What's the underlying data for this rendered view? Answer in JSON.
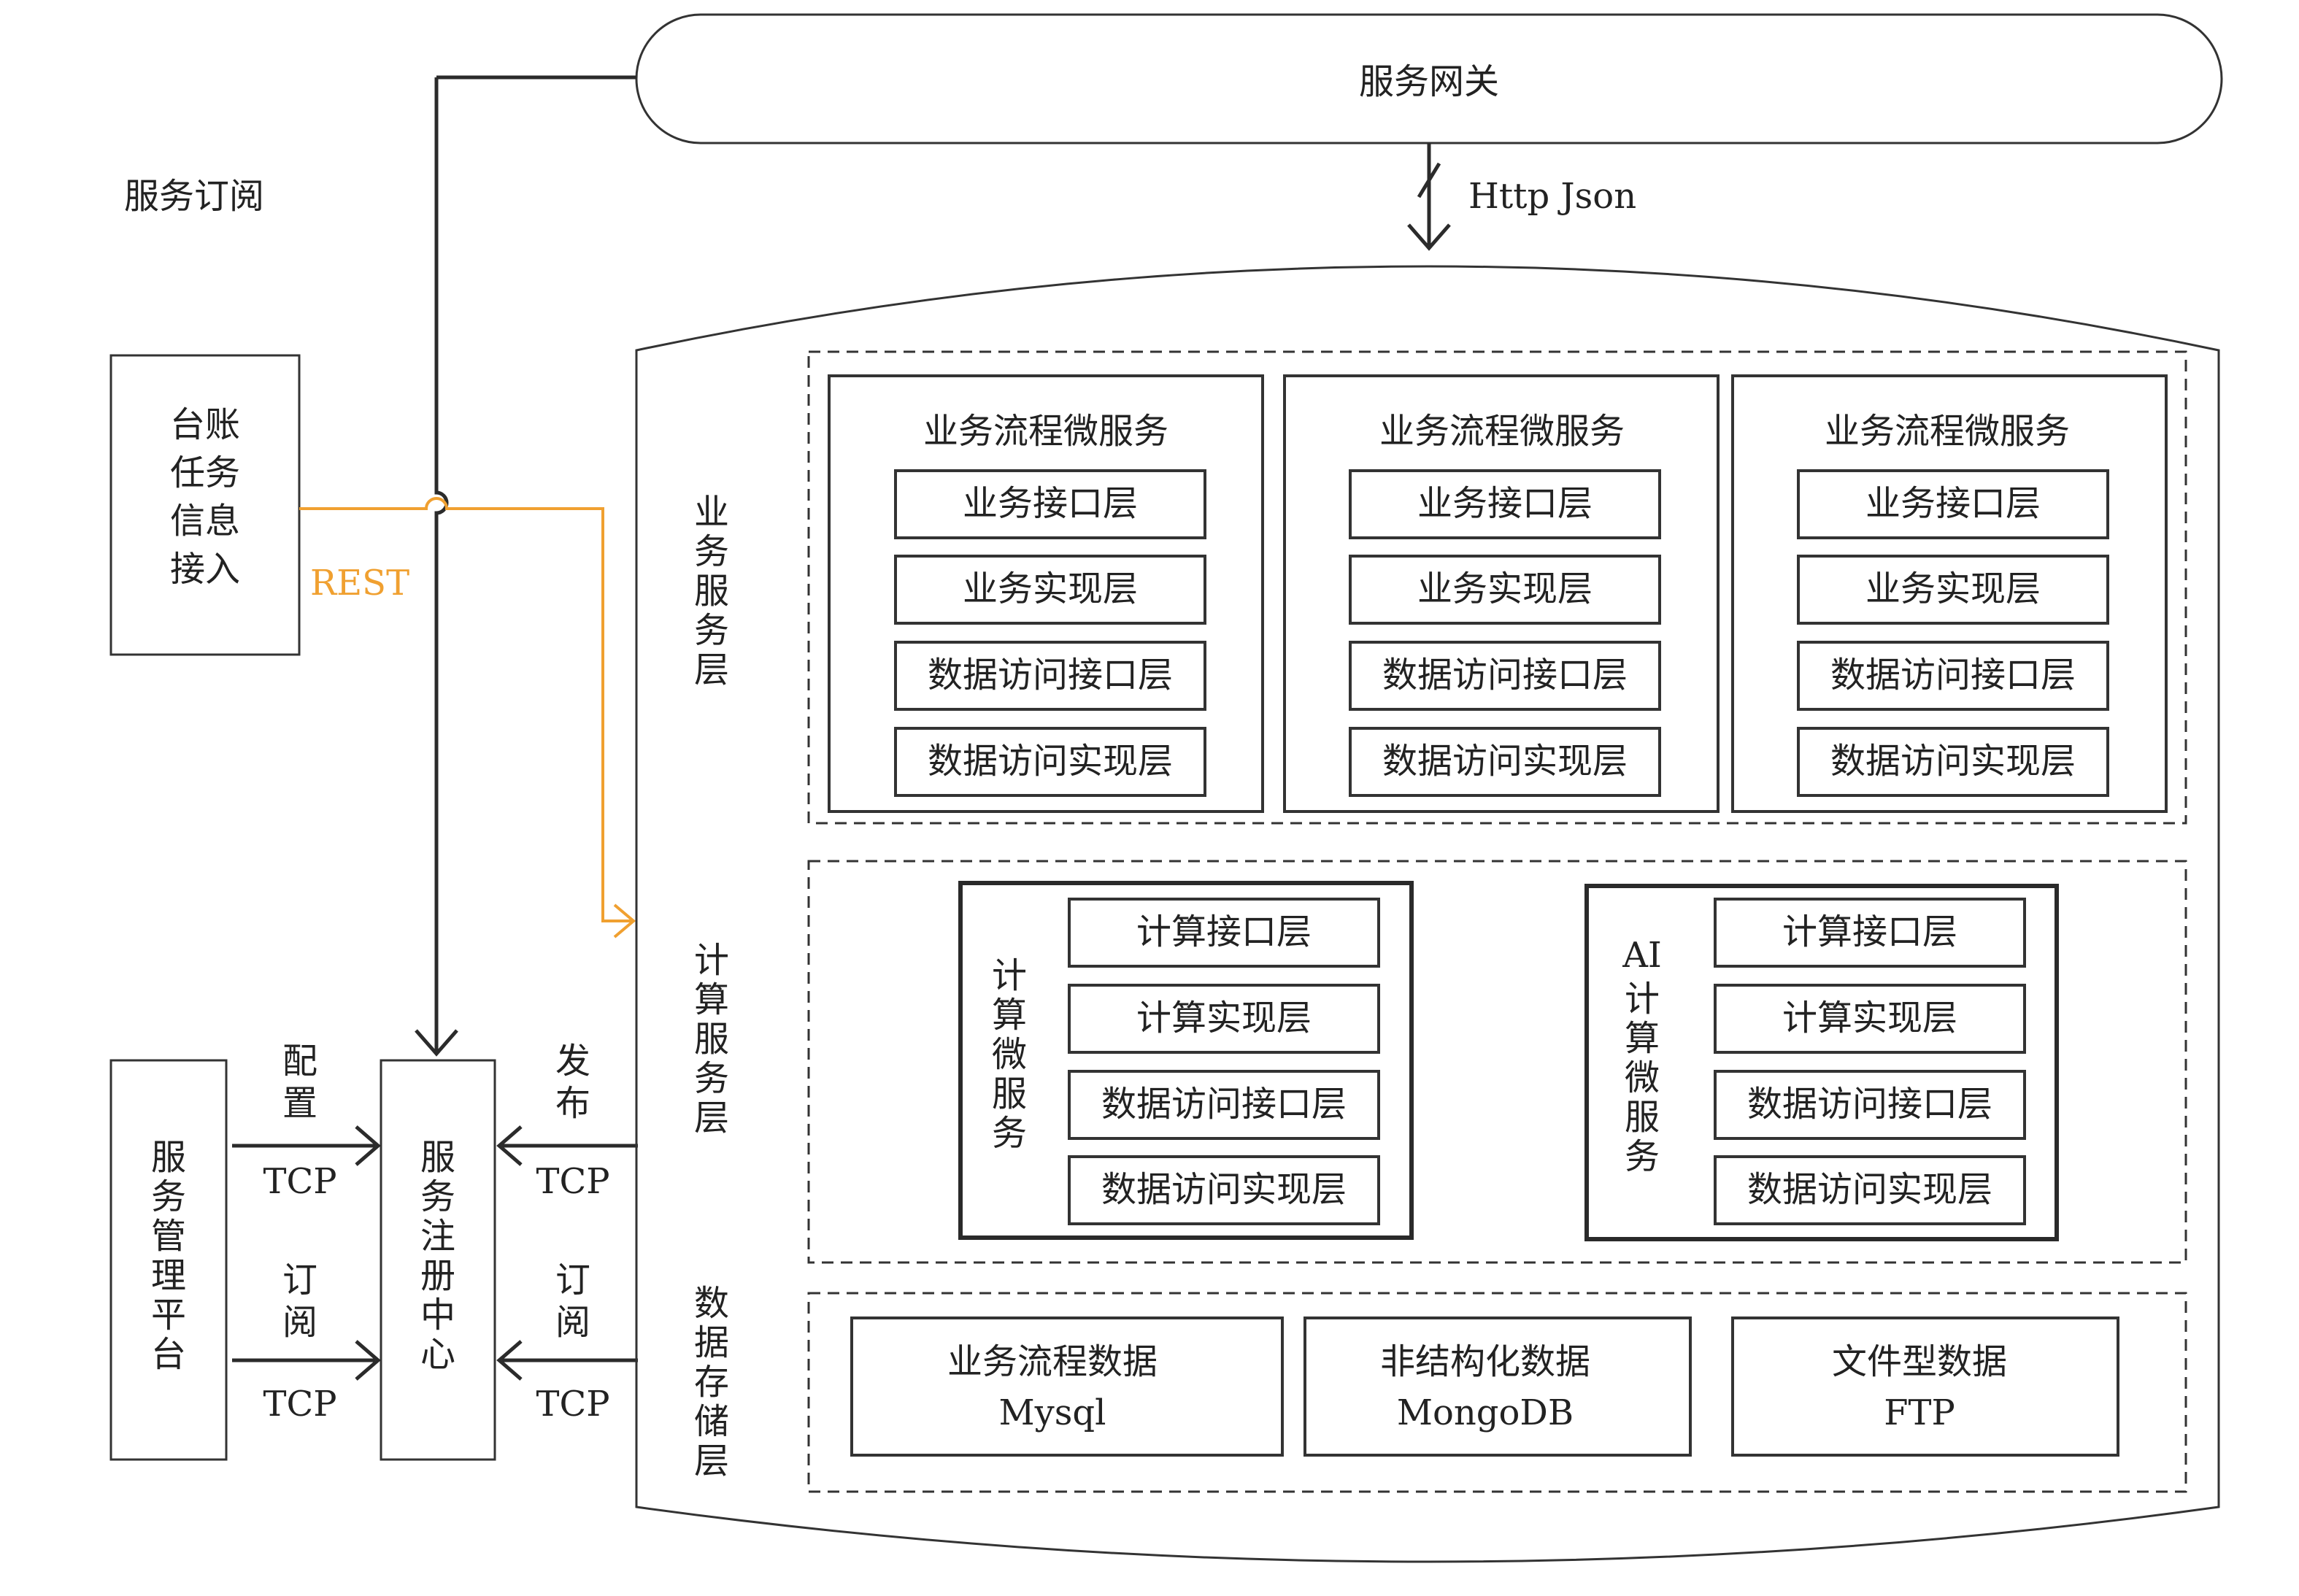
{
  "gateway": {
    "label": "服务网关"
  },
  "http_label": "Http Json",
  "service_subscribe_label": "服务订阅",
  "ledger_box": {
    "lines": [
      "台账",
      "任务",
      "信息",
      "接入"
    ]
  },
  "rest_label": "REST",
  "rest_color": "#F0A030",
  "management_platform": {
    "chars": [
      "服",
      "务",
      "管",
      "理",
      "平",
      "台"
    ]
  },
  "registry_center": {
    "chars": [
      "服",
      "务",
      "注",
      "册",
      "中",
      "心"
    ]
  },
  "left_links": [
    {
      "chars": [
        "配",
        "置"
      ],
      "protocol": "TCP"
    },
    {
      "chars": [
        "订",
        "阅"
      ],
      "protocol": "TCP"
    }
  ],
  "right_links": [
    {
      "chars": [
        "发",
        "布"
      ],
      "protocol": "TCP"
    },
    {
      "chars": [
        "订",
        "阅"
      ],
      "protocol": "TCP"
    }
  ],
  "layers": {
    "business": {
      "chars": [
        "业",
        "务",
        "服",
        "务",
        "层"
      ]
    },
    "compute": {
      "chars": [
        "计",
        "算",
        "服",
        "务",
        "层"
      ]
    },
    "storage": {
      "chars": [
        "数",
        "据",
        "存",
        "储",
        "层"
      ]
    }
  },
  "business_services": [
    {
      "title": "业务流程微服务",
      "items": [
        "业务接口层",
        "业务实现层",
        "数据访问接口层",
        "数据访问实现层"
      ]
    },
    {
      "title": "业务流程微服务",
      "items": [
        "业务接口层",
        "业务实现层",
        "数据访问接口层",
        "数据访问实现层"
      ]
    },
    {
      "title": "业务流程微服务",
      "items": [
        "业务接口层",
        "业务实现层",
        "数据访问接口层",
        "数据访问实现层"
      ]
    }
  ],
  "compute_services": [
    {
      "title_chars": [
        "计",
        "算",
        "微",
        "服",
        "务"
      ],
      "items": [
        "计算接口层",
        "计算实现层",
        "数据访问接口层",
        "数据访问实现层"
      ]
    },
    {
      "title_chars": [
        "AI",
        "计",
        "算",
        "微",
        "服",
        "务"
      ],
      "items": [
        "计算接口层",
        "计算实现层",
        "数据访问接口层",
        "数据访问实现层"
      ]
    }
  ],
  "storage": [
    {
      "name": "业务流程数据",
      "tech": "Mysql"
    },
    {
      "name": "非结构化数据",
      "tech": "MongoDB"
    },
    {
      "name": "文件型数据",
      "tech": "FTP"
    }
  ]
}
